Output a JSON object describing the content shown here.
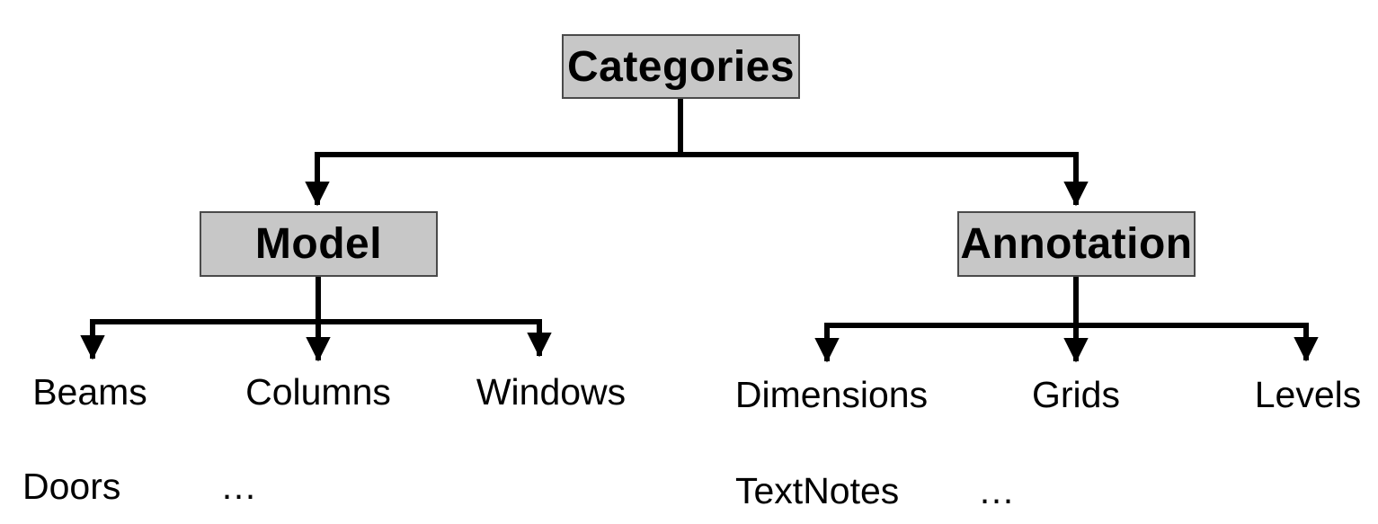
{
  "diagram": {
    "root": {
      "label": "Categories"
    },
    "branches": [
      {
        "label": "Model",
        "children": [
          {
            "label": "Beams"
          },
          {
            "label": "Columns"
          },
          {
            "label": "Windows"
          }
        ],
        "more": [
          {
            "label": "Doors"
          },
          {
            "label": "…"
          }
        ]
      },
      {
        "label": "Annotation",
        "children": [
          {
            "label": "Dimensions"
          },
          {
            "label": "Grids"
          },
          {
            "label": "Levels"
          }
        ],
        "more": [
          {
            "label": "TextNotes"
          },
          {
            "label": "…"
          }
        ]
      }
    ],
    "colors": {
      "box_fill": "#c7c7c7",
      "box_border": "#4a4a4a",
      "line": "#000000",
      "text": "#000000",
      "background": "#ffffff"
    }
  }
}
